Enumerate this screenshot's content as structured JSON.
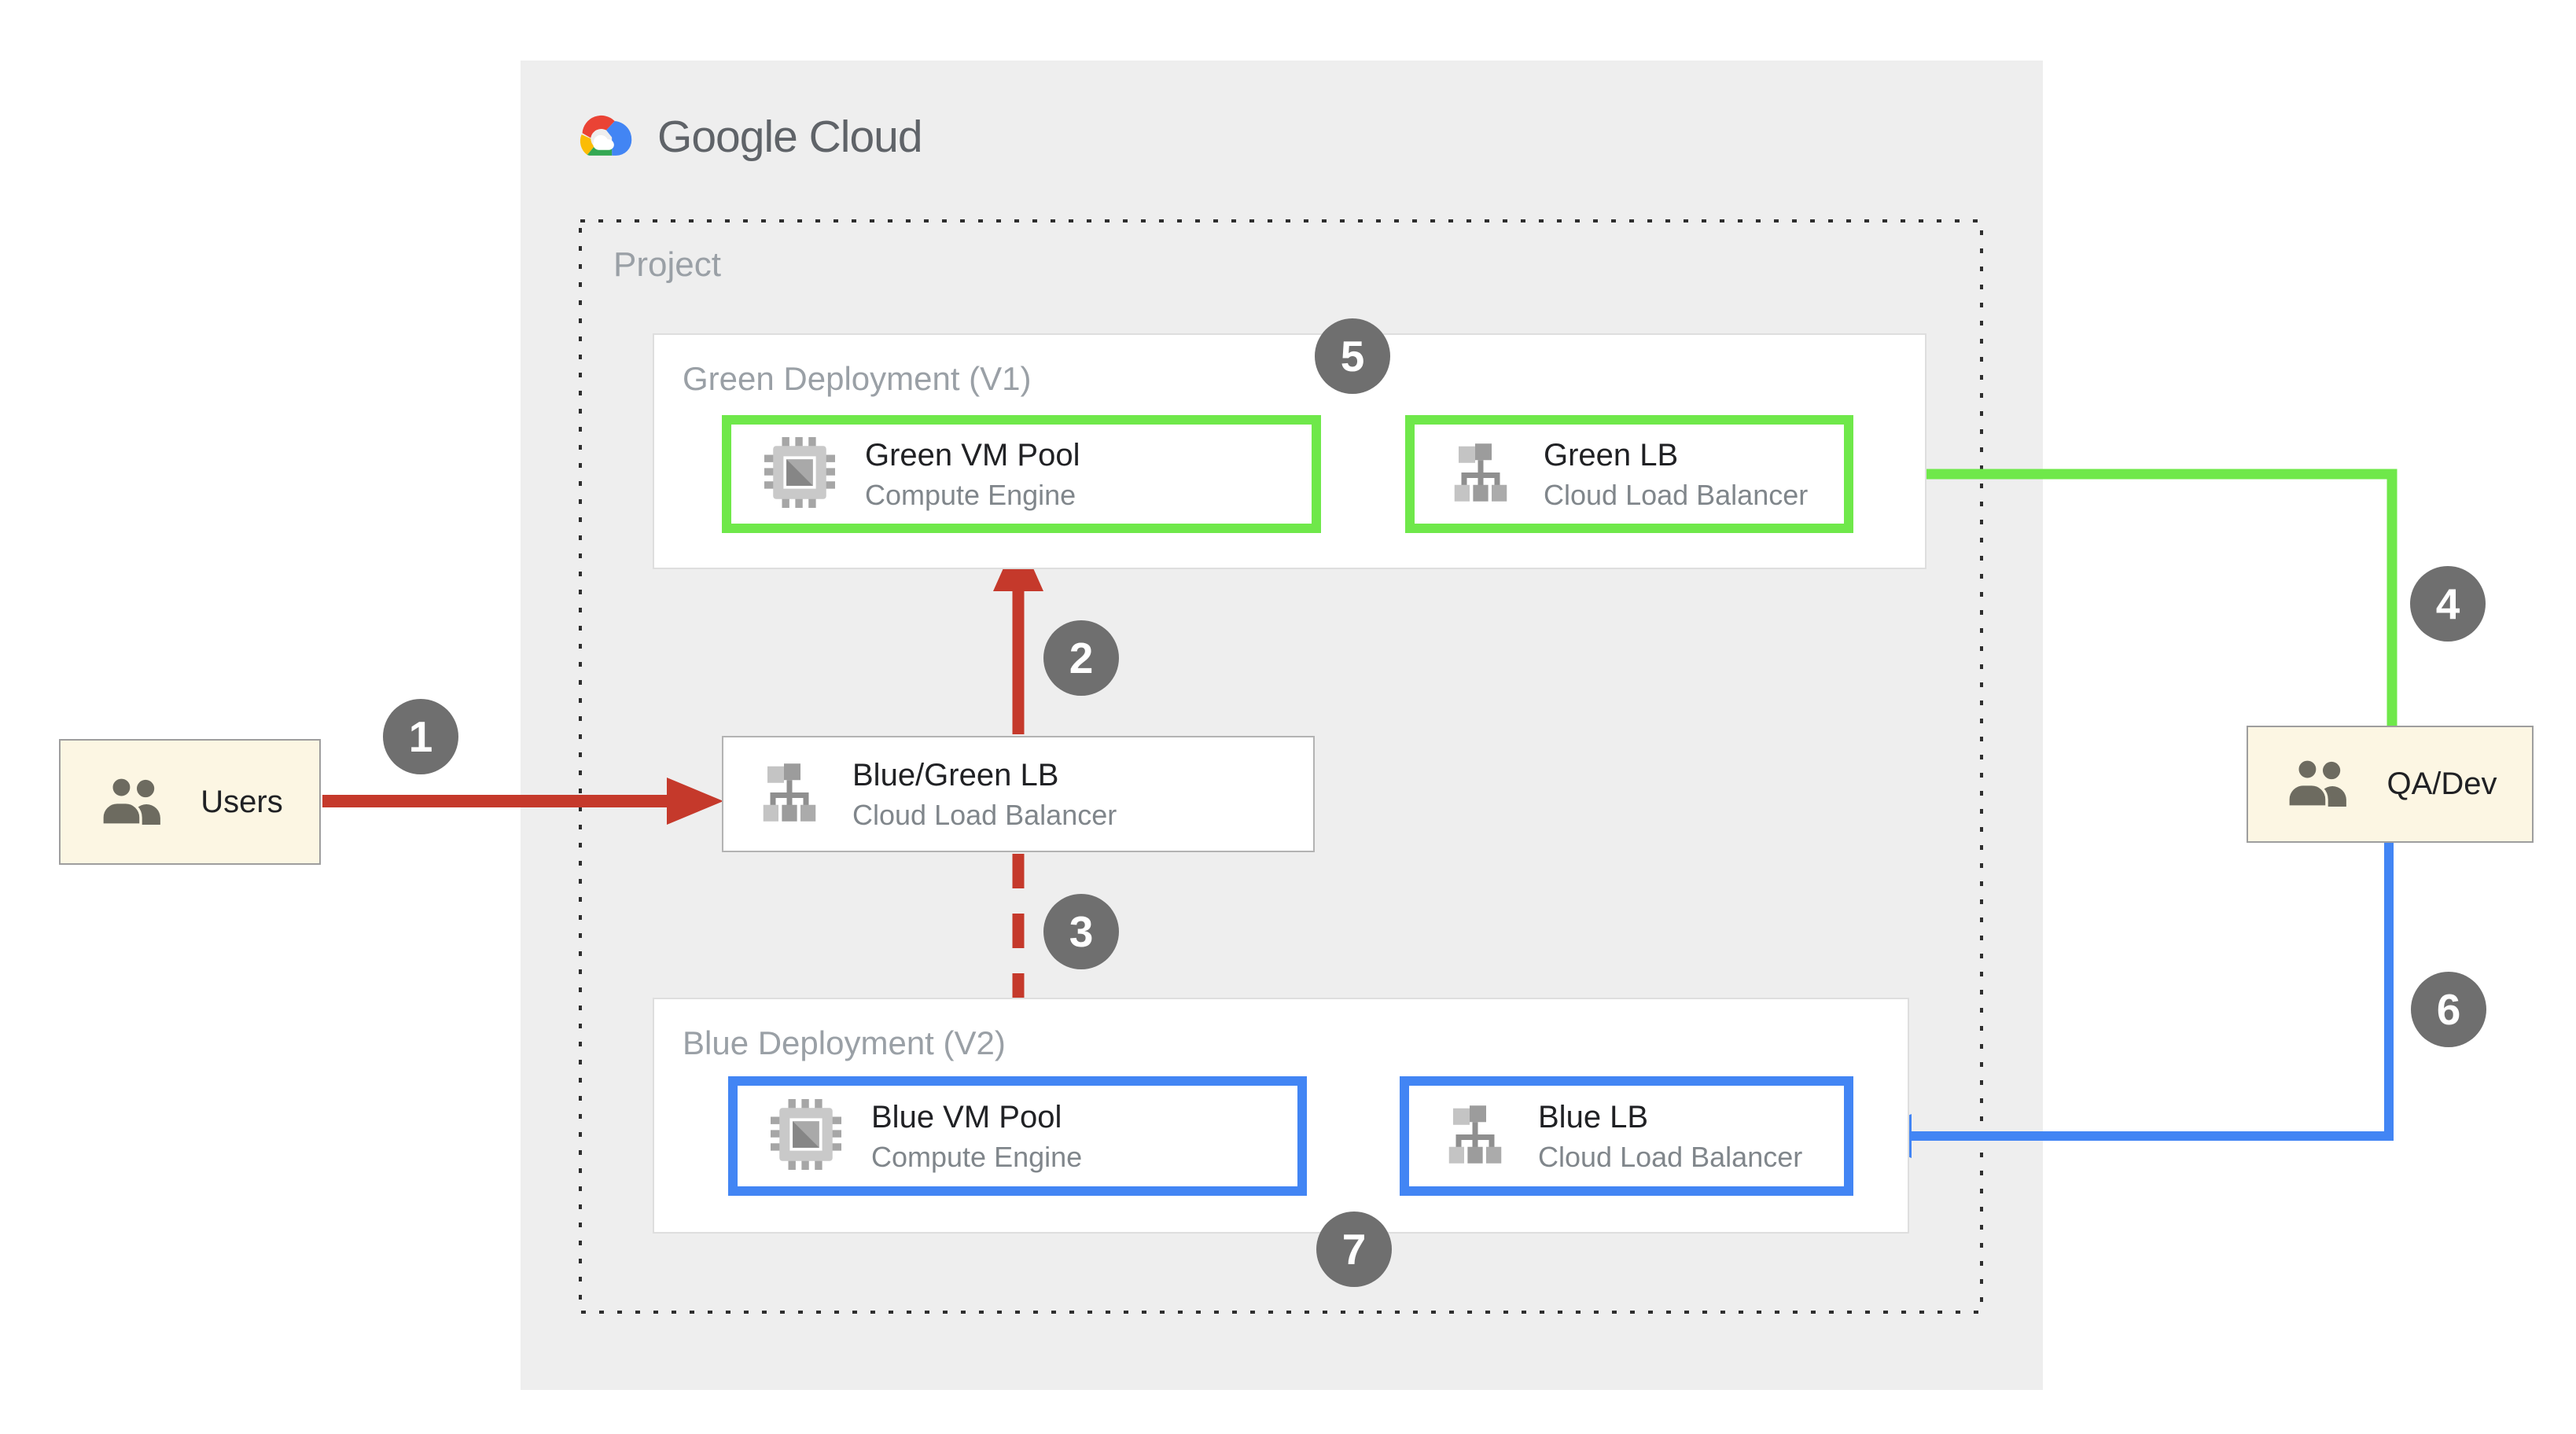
{
  "logo": {
    "text": "Google Cloud"
  },
  "project": {
    "label": "Project"
  },
  "deployments": {
    "green": {
      "header": "Green Deployment (V1)"
    },
    "blue": {
      "header": "Blue Deployment (V2)"
    }
  },
  "nodes": {
    "green_vm": {
      "title": "Green VM Pool",
      "subtitle": "Compute Engine"
    },
    "green_lb": {
      "title": "Green LB",
      "subtitle": "Cloud Load Balancer"
    },
    "bluegreen_lb": {
      "title": "Blue/Green LB",
      "subtitle": "Cloud Load Balancer"
    },
    "blue_vm": {
      "title": "Blue VM Pool",
      "subtitle": "Compute Engine"
    },
    "blue_lb": {
      "title": "Blue LB",
      "subtitle": "Cloud Load Balancer"
    }
  },
  "actors": {
    "users": {
      "label": "Users"
    },
    "qa_dev": {
      "label": "QA/Dev"
    }
  },
  "badges": [
    "1",
    "2",
    "3",
    "4",
    "5",
    "6",
    "7"
  ],
  "colors": {
    "green": "#6fe84a",
    "blue": "#4285f4",
    "red": "#c5392b",
    "badge_gray": "#6f6f6f",
    "panel_gray": "#eeeeee",
    "cream": "#fcf6e3"
  }
}
